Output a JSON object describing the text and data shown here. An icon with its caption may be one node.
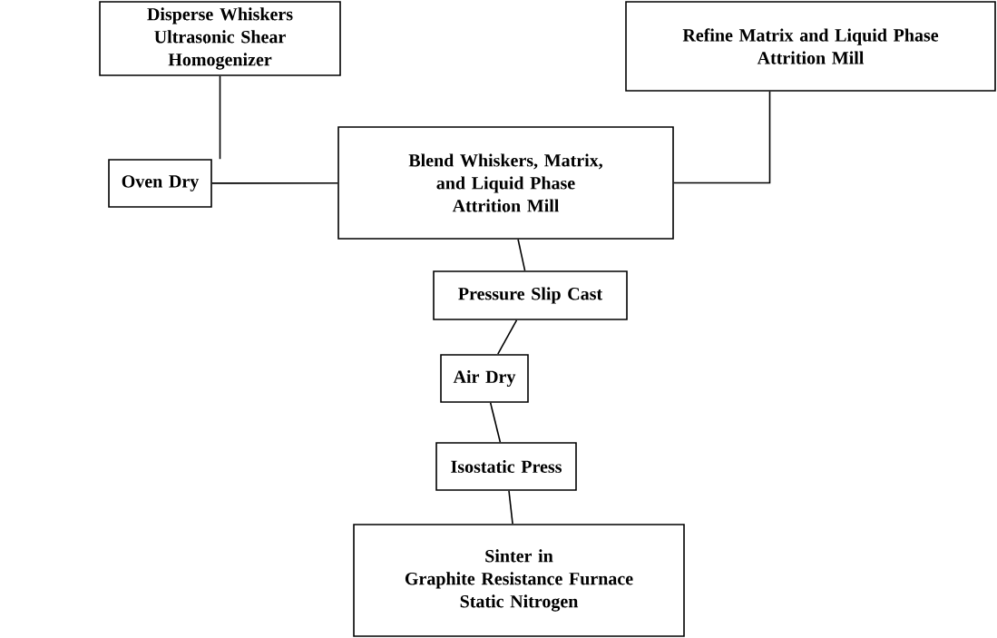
{
  "diagram": {
    "nodes": [
      {
        "text": [
          "Disperse Whiskers",
          "Ultrasonic Shear Homogenizer"
        ]
      },
      {
        "text": [
          "Refine Matrix and Liquid Phase",
          "Attrition Mill"
        ]
      },
      {
        "text": [
          "Oven Dry"
        ]
      },
      {
        "text": [
          "Blend Whiskers, Matrix, and Liquid Phase",
          "Attrition Mill"
        ]
      },
      {
        "text": [
          "Pressure Slip Cast"
        ]
      },
      {
        "text": [
          "Air Dry"
        ]
      },
      {
        "text": [
          "Isostatic Press"
        ]
      },
      {
        "text": [
          "Sinter in",
          "Graphite Resistance Furnace",
          "Static Nitrogen"
        ]
      }
    ],
    "edges": [
      {
        "from": 0,
        "to": 2,
        "arrow": "none"
      },
      {
        "from": 2,
        "to": 3,
        "arrow": "none"
      },
      {
        "from": 1,
        "to": 3,
        "arrow": "none"
      },
      {
        "from": 3,
        "to": 4,
        "arrow": "none"
      },
      {
        "from": 4,
        "to": 5,
        "arrow": "none"
      },
      {
        "from": 5,
        "to": 6,
        "arrow": "none"
      },
      {
        "from": 6,
        "to": 7,
        "arrow": "none"
      }
    ]
  }
}
